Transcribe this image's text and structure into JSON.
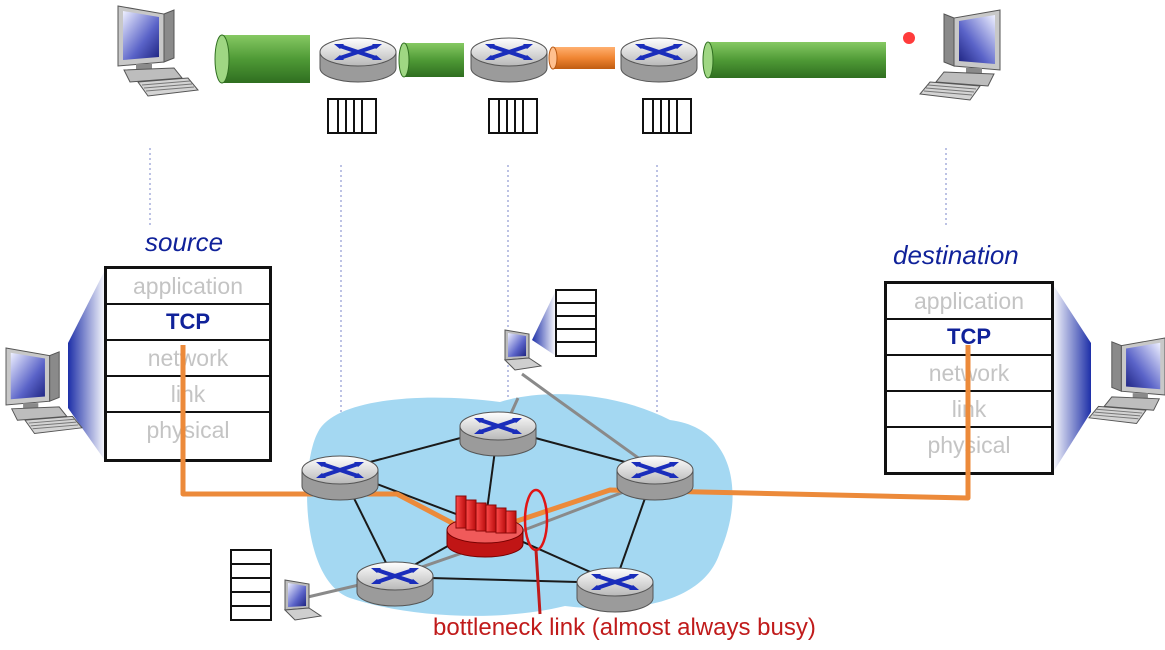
{
  "source": {
    "title": "source",
    "layers": [
      "application",
      "TCP",
      "network",
      "link",
      "physical"
    ]
  },
  "destination": {
    "title": "destination",
    "layers": [
      "application",
      "TCP",
      "network",
      "link",
      "physical"
    ]
  },
  "bottleneck_caption": "bottleneck link (almost always busy)",
  "colors": {
    "pipe": "#4f9a36",
    "bottleneck_pipe": "#f08532",
    "path": "#ec8a3a",
    "cloud": "#a4d8f2",
    "label_blue": "#10229a",
    "caption_red": "#c01b1b",
    "congested_router": "#e21d1d"
  },
  "icons": [
    "desktop-computer-icon",
    "router-icon",
    "packet-queue-icon",
    "laptop-icon",
    "congested-router-icon"
  ]
}
